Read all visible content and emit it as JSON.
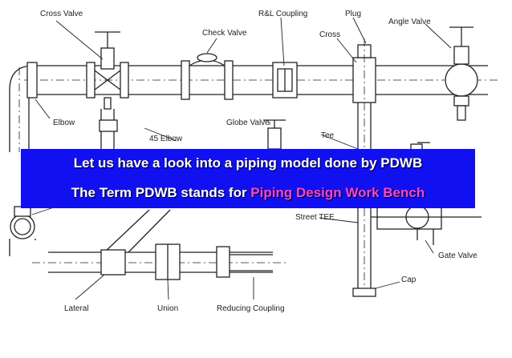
{
  "labels": {
    "cross_valve": "Cross Valve",
    "check_valve": "Check Valve",
    "rl_coupling": "R&L Coupling",
    "plug": "Plug",
    "cross": "Cross",
    "angle_valve": "Angle Valve",
    "elbow_top": "Elbow",
    "elbow_45": "45 Elbow",
    "globe_valve": "Globe Valve",
    "tee": "Tee",
    "elbow_left": "Elbow",
    "street_tee": "Street TEE",
    "gate_valve": "Gate Valve",
    "cap": "Cap",
    "lateral": "Lateral",
    "union": "Union",
    "reducing_coupling": "Reducing Coupling"
  },
  "banner": {
    "line1": "Let us have a look into a piping model done by PDWB",
    "line2_prefix": "The Term PDWB stands for ",
    "line2_highlight": "Piping Design Work Bench",
    "background_color": "#1010f0",
    "highlight_color": "#ff44cc"
  }
}
